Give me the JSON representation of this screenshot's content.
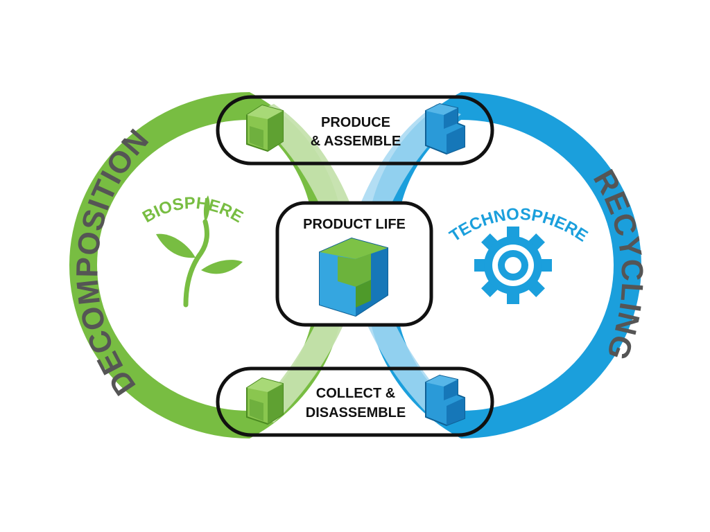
{
  "loops": {
    "left": {
      "arc_label": "DECOMPOSITION",
      "sphere_label": "BIOSPHERE",
      "icon": "sprout-icon"
    },
    "right": {
      "arc_label": "RECYCLING",
      "sphere_label": "TECHNOSPHERE",
      "icon": "gear-icon"
    }
  },
  "stages": {
    "top": {
      "line1": "PRODUCE",
      "line2": "& ASSEMBLE"
    },
    "center": {
      "label": "PRODUCT LIFE"
    },
    "bottom": {
      "line1": "COLLECT &",
      "line2": "DISASSEMBLE"
    }
  },
  "colors": {
    "green": "#78bd42",
    "green_light": "#c5e1ad",
    "blue": "#1b9fdc",
    "blue_light": "#a6d8f2",
    "arc_text": "#555555",
    "outline": "#111111"
  }
}
